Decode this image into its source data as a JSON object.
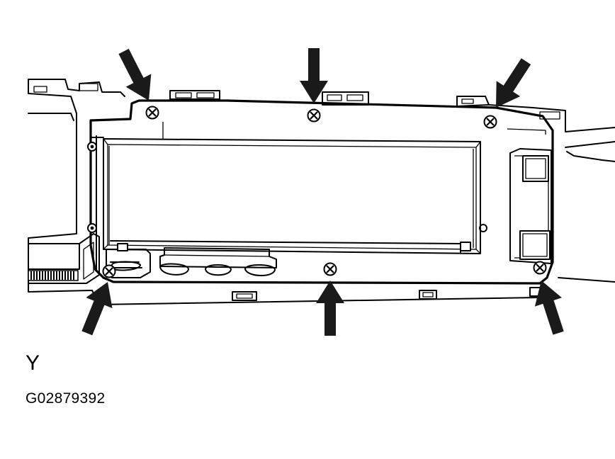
{
  "diagram": {
    "view_label": "Y",
    "figure_code": "G02879392",
    "fastener_icon": "screw-head-icon",
    "indicator_icon": "arrow-icon",
    "fastener_count": 6,
    "arrow_count": 6
  }
}
